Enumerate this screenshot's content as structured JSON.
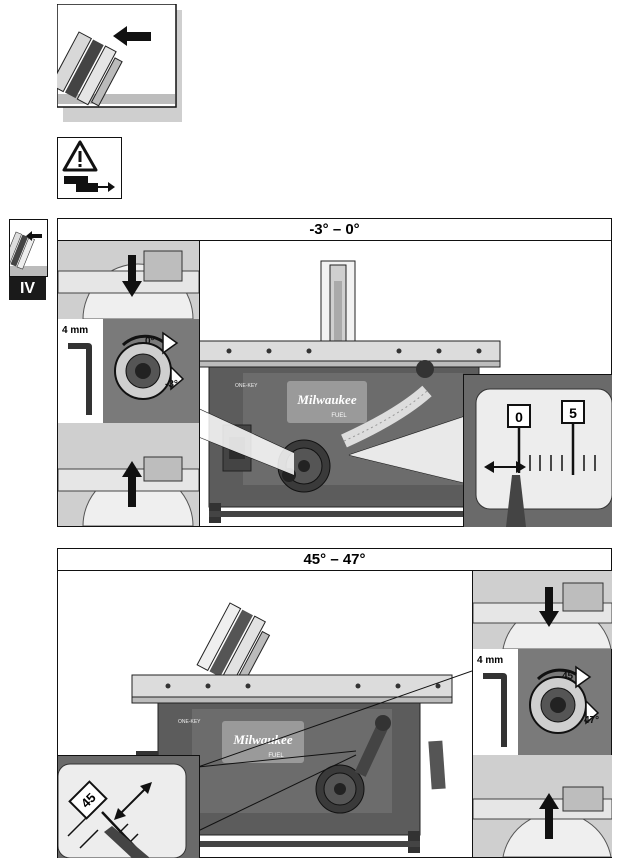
{
  "section_marker": {
    "label": "IV"
  },
  "panel_a": {
    "title": "-3° – 0°",
    "wrench_label": "4 mm",
    "dial_label_top": "0°",
    "dial_label_side": "-3°",
    "scale_labels": [
      "0",
      "5"
    ],
    "brand": "Milwaukee",
    "brand_sub": "FUEL",
    "badge": "ONE-KEY"
  },
  "panel_b": {
    "title": "45° – 47°",
    "wrench_label": "4 mm",
    "dial_label_top": "45°",
    "dial_label_side": "47°",
    "scale_label": "45",
    "brand": "Milwaukee",
    "brand_sub": "FUEL",
    "badge": "ONE-KEY"
  },
  "icons": [
    "warning-icon",
    "battery-remove-icon",
    "arrow-left-icon",
    "arrow-down-icon",
    "arrow-up-icon",
    "double-arrow-icon"
  ]
}
